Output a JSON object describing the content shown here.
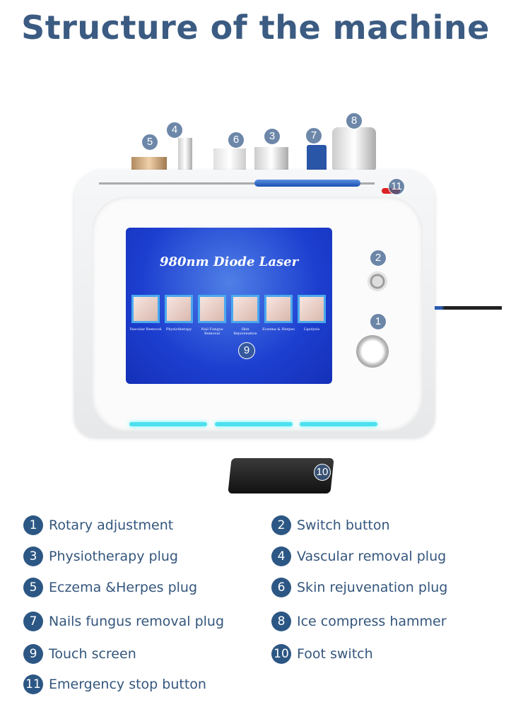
{
  "title": "Structure of the machine",
  "screen": {
    "title": "980nm Diode Laser",
    "apps": [
      "Vascular Removal",
      "Physiotherapy",
      "Nail Fungus Removal",
      "Skin Rejuvenation",
      "Eczema & Herpes",
      "Lipolysis"
    ]
  },
  "markers": [
    "1",
    "2",
    "3",
    "4",
    "5",
    "6",
    "7",
    "8",
    "9",
    "10",
    "11"
  ],
  "legend": [
    {
      "num": "1",
      "label": "Rotary adjustment"
    },
    {
      "num": "2",
      "label": "Switch button"
    },
    {
      "num": "3",
      "label": "Physiotherapy plug"
    },
    {
      "num": "4",
      "label": "Vascular removal plug"
    },
    {
      "num": "5",
      "label": "Eczema &Herpes plug"
    },
    {
      "num": "6",
      "label": "Skin rejuvenation plug"
    },
    {
      "num": "7",
      "label": "Nails fungus removal plug"
    },
    {
      "num": "8",
      "label": "Ice compress hammer"
    },
    {
      "num": "9",
      "label": "Touch screen"
    },
    {
      "num": "10",
      "label": "Foot switch"
    },
    {
      "num": "11",
      "label": "Emergency stop button"
    }
  ],
  "colors": {
    "title": "#3b5b82",
    "badge": "#2c5784",
    "text": "#34567c",
    "screen": "#1d3fd0"
  }
}
